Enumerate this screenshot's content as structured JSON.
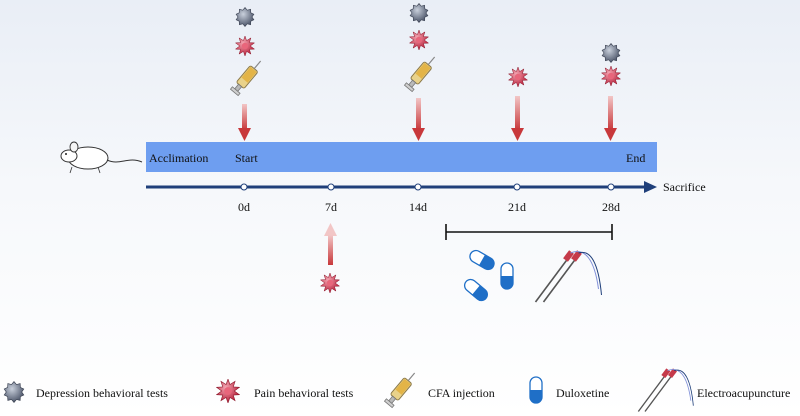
{
  "bar": {
    "left_label": "Acclimation",
    "start_label": "Start",
    "end_label": "End"
  },
  "timeline": {
    "end_label": "Sacrifice",
    "days": [
      "0d",
      "7d",
      "14d",
      "21d",
      "28d"
    ]
  },
  "legend": {
    "depression": "Depression behavioral tests",
    "pain": "Pain behavioral tests",
    "cfa": "CFA injection",
    "duloxetine": "Duloxetine",
    "electroacupuncture": "Electroacupuncture"
  },
  "colors": {
    "bar": "#6e9ef0",
    "timeline": "#1f3f7a",
    "arrow": "#d9534f",
    "depression": "#6b7488",
    "pain": "#d23a52",
    "capsule": "#1f6fc7"
  }
}
